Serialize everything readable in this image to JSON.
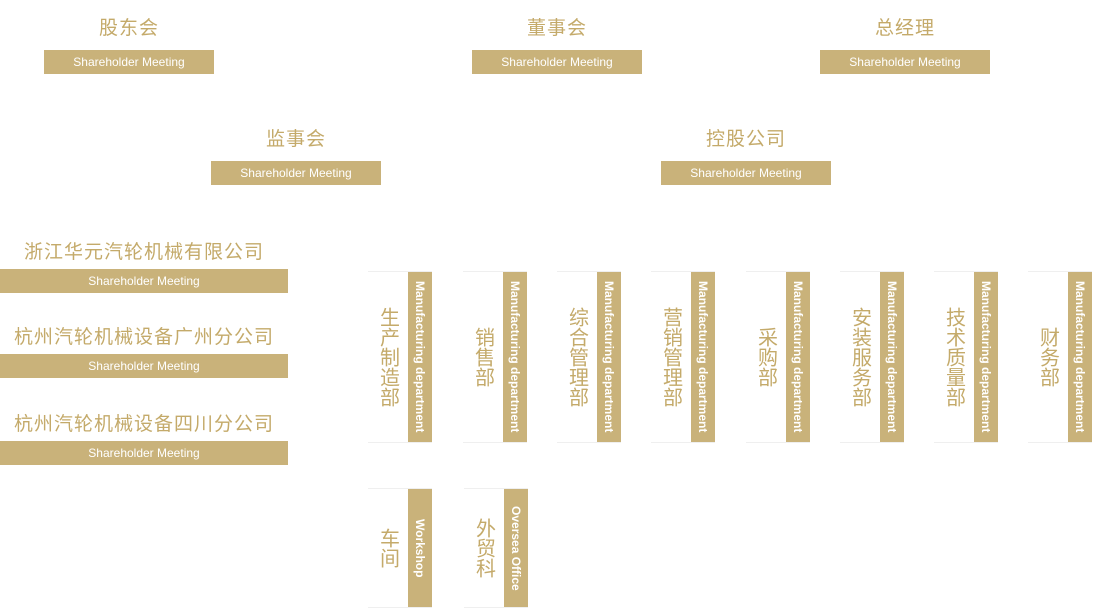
{
  "top_nodes": [
    {
      "title": "股东会",
      "subtitle": "Shareholder Meeting"
    },
    {
      "title": "董事会",
      "subtitle": "Shareholder Meeting"
    },
    {
      "title": "总经理",
      "subtitle": "Shareholder Meeting"
    },
    {
      "title": "监事会",
      "subtitle": "Shareholder Meeting"
    },
    {
      "title": "控股公司",
      "subtitle": "Shareholder Meeting"
    }
  ],
  "companies": [
    {
      "title": "浙江华元汽轮机械有限公司",
      "subtitle": "Shareholder Meeting"
    },
    {
      "title": "杭州汽轮机械设备广州分公司",
      "subtitle": "Shareholder Meeting"
    },
    {
      "title": "杭州汽轮机械设备四川分公司",
      "subtitle": "Shareholder Meeting"
    }
  ],
  "departments": [
    {
      "name": "生产制造部",
      "tag": "Manufacturing department"
    },
    {
      "name": "销售部",
      "tag": "Manufacturing department"
    },
    {
      "name": "综合管理部",
      "tag": "Manufacturing department"
    },
    {
      "name": "营销管理部",
      "tag": "Manufacturing department"
    },
    {
      "name": "采购部",
      "tag": "Manufacturing department"
    },
    {
      "name": "安装服务部",
      "tag": "Manufacturing department"
    },
    {
      "name": "技术质量部",
      "tag": "Manufacturing department"
    },
    {
      "name": "财务部",
      "tag": "Manufacturing department"
    },
    {
      "name": "车间",
      "tag": "Workshop"
    },
    {
      "name": "外贸科",
      "tag": "Oversea Office"
    }
  ]
}
